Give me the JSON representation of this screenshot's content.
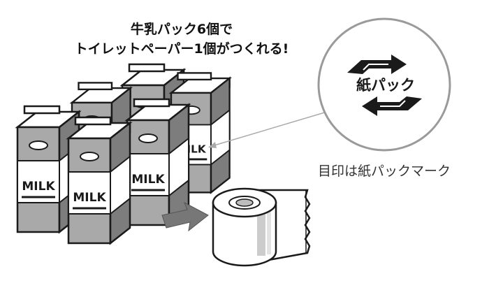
{
  "headline": {
    "line1": "牛乳パック6個で",
    "line2": "トイレットペーパー1個がつくれる!"
  },
  "carton": {
    "label": "MILK"
  },
  "recycle_mark": {
    "text": "紙パック"
  },
  "caption": "目印は紙パックマーク",
  "colors": {
    "ink": "#1a1a1a",
    "carton_gray": "#a9a9a9",
    "carton_dark": "#7d7d7d",
    "arrow_gray": "#777777",
    "circle_stroke": "#9a9a9a"
  }
}
